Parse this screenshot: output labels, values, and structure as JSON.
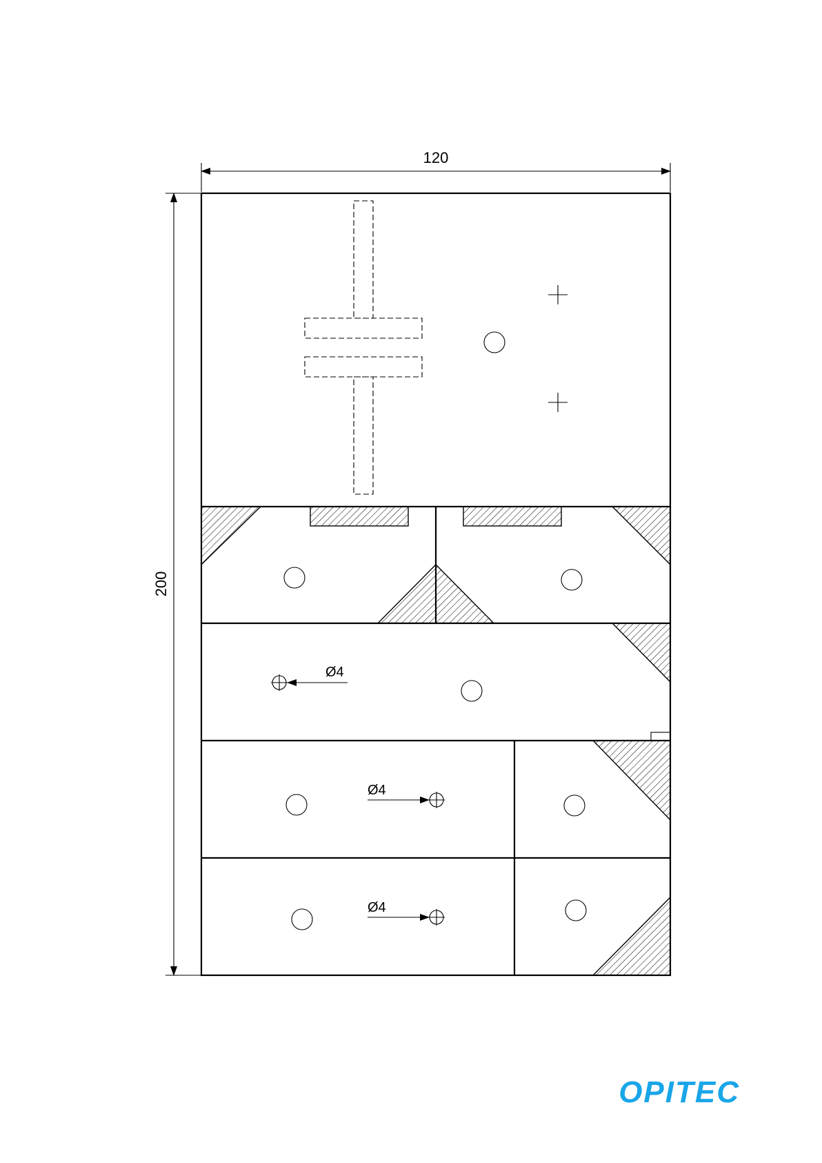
{
  "dimensions": {
    "width_label": "120",
    "height_label": "200"
  },
  "hole_notes": [
    {
      "label": "Ø4"
    },
    {
      "label": "Ø4"
    },
    {
      "label": "Ø4"
    }
  ],
  "logo": {
    "text": "OPITEC",
    "color": "#1aa6e8"
  }
}
